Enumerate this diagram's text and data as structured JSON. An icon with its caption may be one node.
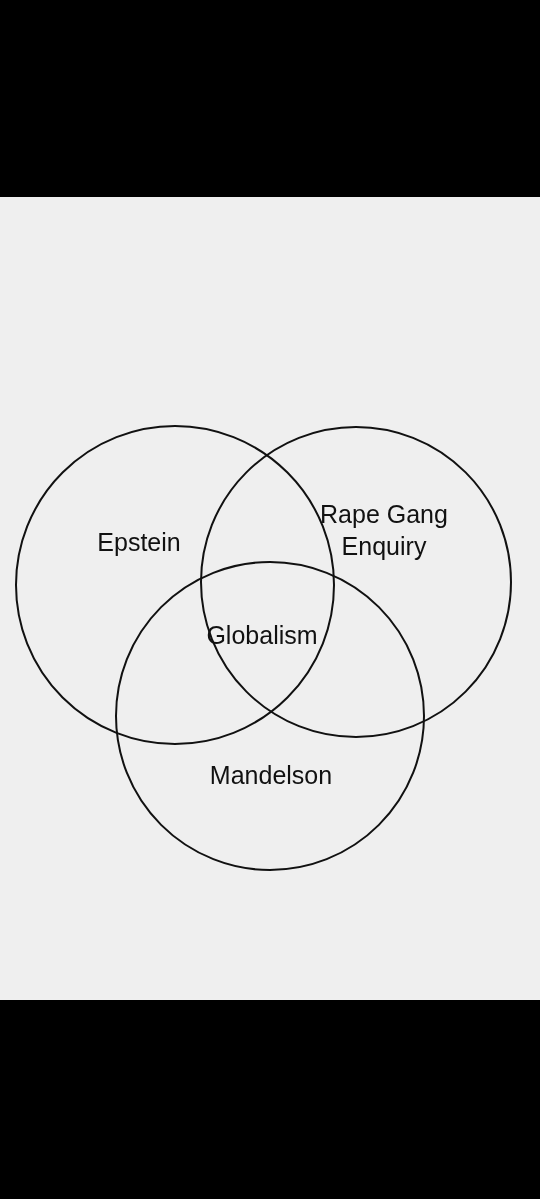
{
  "diagram": {
    "nodes": [
      {
        "text": [
          "Epstein"
        ]
      },
      {
        "text": [
          "Rape Gang Enquiry"
        ]
      },
      {
        "text": [
          "Mandelson"
        ]
      }
    ],
    "labels": [
      "Globalism"
    ]
  }
}
